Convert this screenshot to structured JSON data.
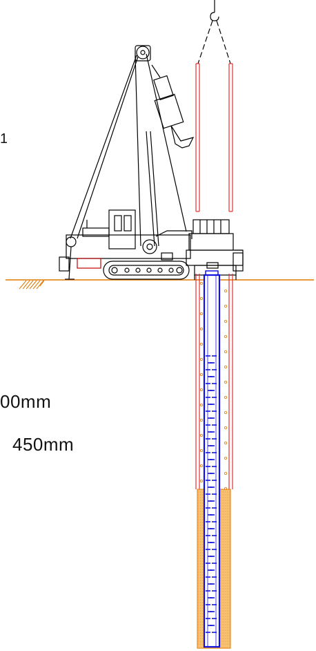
{
  "labels": {
    "dimension_1": "00mm",
    "dimension_2": "450mm",
    "edge_mark": "1"
  },
  "colors": {
    "ground": "#e07800",
    "casing": "#e03030",
    "steel_cage": "#1010e0",
    "soil_fill": "#f0a040",
    "machine": "#000000",
    "counterweight": "#c00000"
  },
  "icons": {
    "crane": "pile-driving-rig",
    "hook": "crane-hook-icon",
    "ground_hatch": "soil-hatch-icon"
  }
}
